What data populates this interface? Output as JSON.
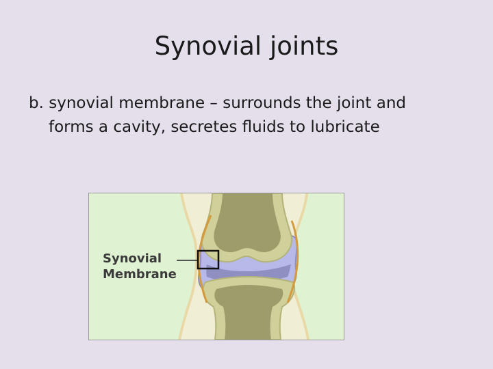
{
  "slide": {
    "title": "Synovial joints",
    "bullet_line1": "b. synovial membrane –  surrounds the joint and",
    "bullet_line2": "forms a cavity, secretes fluids to lubricate"
  },
  "figure": {
    "label_line1": "Synovial",
    "label_line2": "Membrane"
  },
  "colors": {
    "background": "#e5dfec",
    "diagram_background": "#dff2d2",
    "bone_outer": "#cfd09a",
    "bone_inner": "#9e9c6a",
    "membrane": "#b7b9e8",
    "cartilage": "#8f8fc2",
    "ligament": "#d49a3e"
  }
}
